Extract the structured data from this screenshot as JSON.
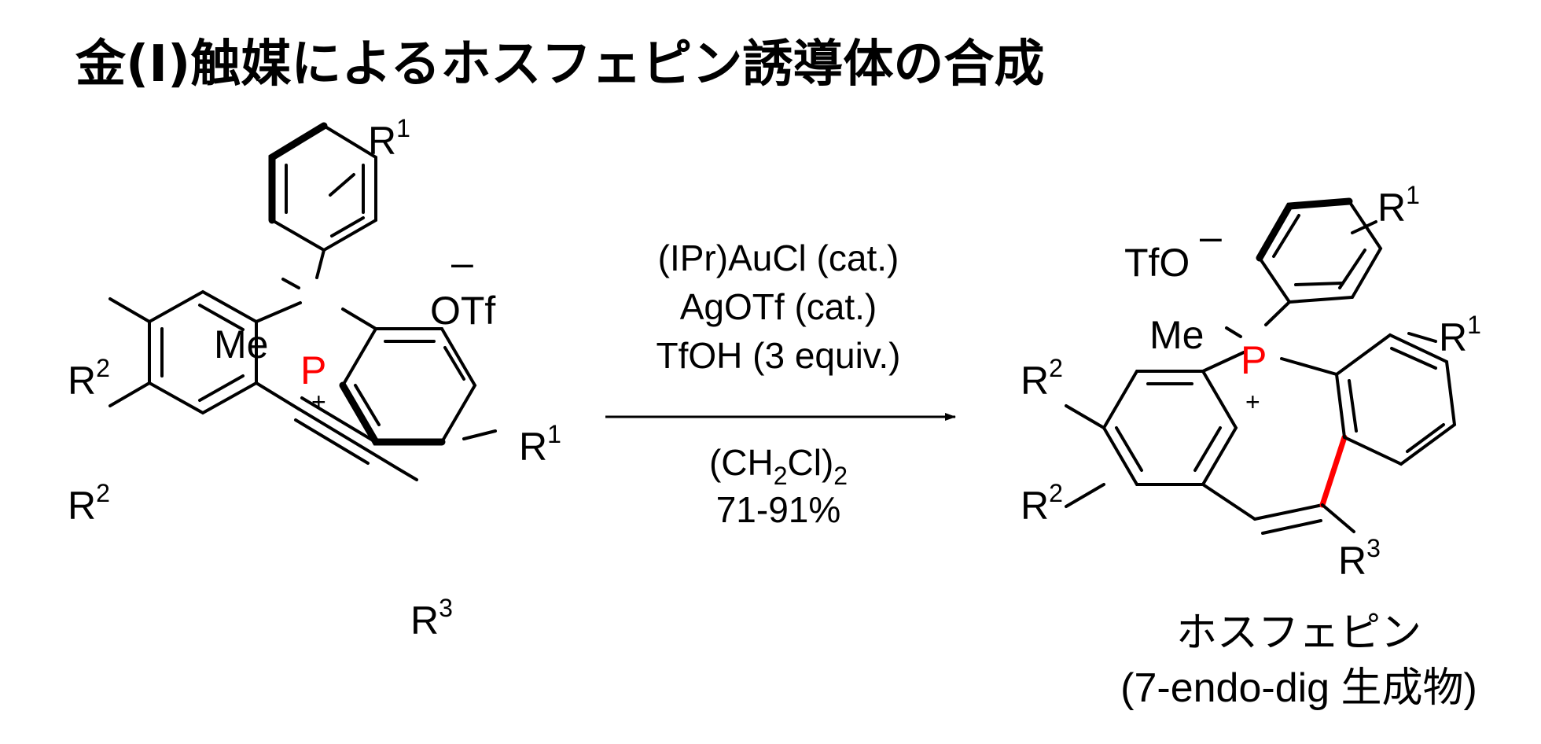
{
  "title": "金(I)触媒によるホスフェピン誘導体の合成",
  "reactant": {
    "r1_top": "R",
    "r1_top_sup": "1",
    "r1_mid": "R",
    "r1_mid_sup": "1",
    "r2_a": "R",
    "r2_a_sup": "2",
    "r2_b": "R",
    "r2_b_sup": "2",
    "r3": "R",
    "r3_sup": "3",
    "me": "Me",
    "p": "P",
    "plus": "+",
    "counterion": "OTf",
    "counterion_charge": "–"
  },
  "conditions": {
    "line1": "(IPr)AuCl (cat.)",
    "line2": "AgOTf (cat.)",
    "line3": "TfOH (3 equiv.)",
    "solvent_a": "(CH",
    "solvent_sub1": "2",
    "solvent_b": "Cl)",
    "solvent_sub2": "2",
    "yield": "71-91%"
  },
  "product": {
    "counterion": "TfO",
    "counterion_charge": "–",
    "r1_top": "R",
    "r1_top_sup": "1",
    "r1_right": "R",
    "r1_right_sup": "1",
    "r2_a": "R",
    "r2_a_sup": "2",
    "r2_b": "R",
    "r2_b_sup": "2",
    "r3": "R",
    "r3_sup": "3",
    "me": "Me",
    "p": "P",
    "plus": "+",
    "name": "ホスフェピン",
    "note": "(7-endo-dig 生成物)"
  },
  "colors": {
    "phosphorus": "#ff0000",
    "new_bond": "#ff0000",
    "ink": "#000000"
  }
}
